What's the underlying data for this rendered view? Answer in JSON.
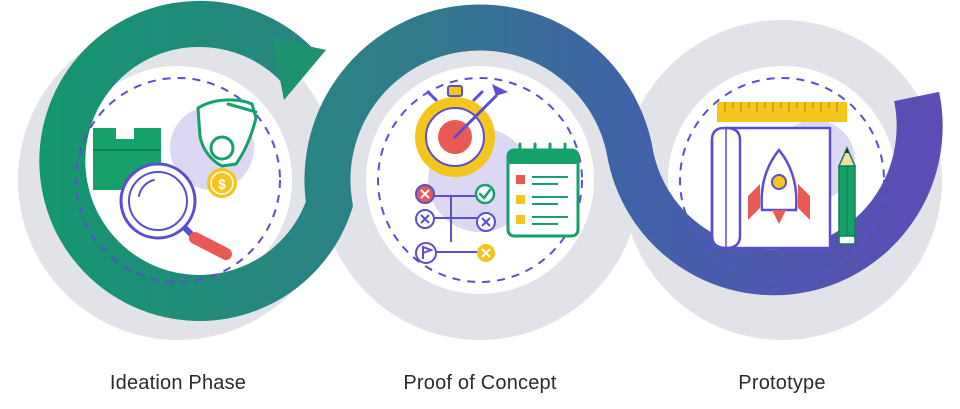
{
  "stages": [
    {
      "label": "Ideation Phase",
      "icon": "ideation-icon"
    },
    {
      "label": "Proof of Concept",
      "icon": "proof-of-concept-icon"
    },
    {
      "label": "Prototype",
      "icon": "prototype-icon"
    }
  ],
  "colors": {
    "green": "#14966f",
    "teal": "#2e7f86",
    "blue": "#3f63a6",
    "purple": "#5b4db5",
    "gray_track": "#e2e3e8",
    "lavender": "#dcd8f4",
    "accent_yellow": "#f3c51d",
    "accent_red": "#ea5a55",
    "accent_green": "#16a06a",
    "accent_purple": "#5a4fcf"
  }
}
